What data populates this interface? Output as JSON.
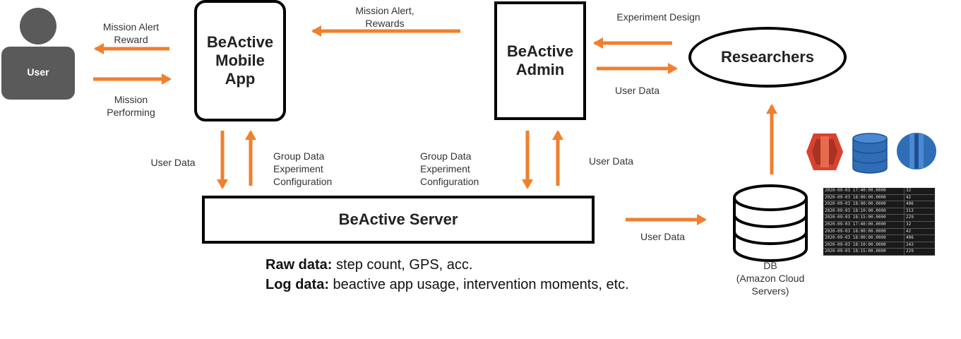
{
  "nodes": {
    "user": "User",
    "mobile_app": "BeActive\nMobile\nApp",
    "admin": "BeActive\nAdmin",
    "researchers": "Researchers",
    "server": "BeActive Server",
    "db": "DB\n(Amazon Cloud\nServers)"
  },
  "edges": {
    "app_to_user": "Mission Alert\nReward",
    "user_to_app": "Mission\nPerforming",
    "admin_to_app": "Mission Alert,\nRewards",
    "researchers_to_admin": "Experiment Design",
    "admin_to_researchers": "User Data",
    "app_to_server": "User Data",
    "server_to_app": "Group Data\nExperiment\nConfiguration",
    "admin_to_server": "Group Data\nExperiment\nConfiguration",
    "server_to_admin": "User Data",
    "server_to_db": "User Data"
  },
  "notes": {
    "raw_label": "Raw data:",
    "raw_text": " step count, GPS, acc.",
    "log_label": "Log data:",
    "log_text": " beactive app usage, intervention moments, etc."
  },
  "db_table": {
    "rows": [
      [
        "2020-09-03 17:40:00.0000",
        "32"
      ],
      [
        "2020-09-03 18:00:00.0000",
        "42"
      ],
      [
        "2020-09-03 18:00:00.0000",
        "406"
      ],
      [
        "2020-09-03 18:10:00.0000",
        "313"
      ],
      [
        "2020-09-03 18:15:00.0000",
        "229"
      ],
      [
        "2020-09-03 17:40:00.0000",
        "32"
      ],
      [
        "2020-09-03 18:00:00.0000",
        "42"
      ],
      [
        "2020-09-03 18:00:00.0000",
        "406"
      ],
      [
        "2020-09-03 18:10:00.0000",
        "243"
      ],
      [
        "2020-09-03 18:15:00.0000",
        "229"
      ]
    ]
  },
  "colors": {
    "arrow": "#f07f2e",
    "user_fill": "#5a5a5a",
    "aws_red": "#d7432e",
    "aws_blue": "#2f6db5"
  },
  "icons": [
    "user-icon",
    "amazon-s3-icon",
    "amazon-dynamodb-icon",
    "amazon-rds-icon",
    "database-icon"
  ]
}
